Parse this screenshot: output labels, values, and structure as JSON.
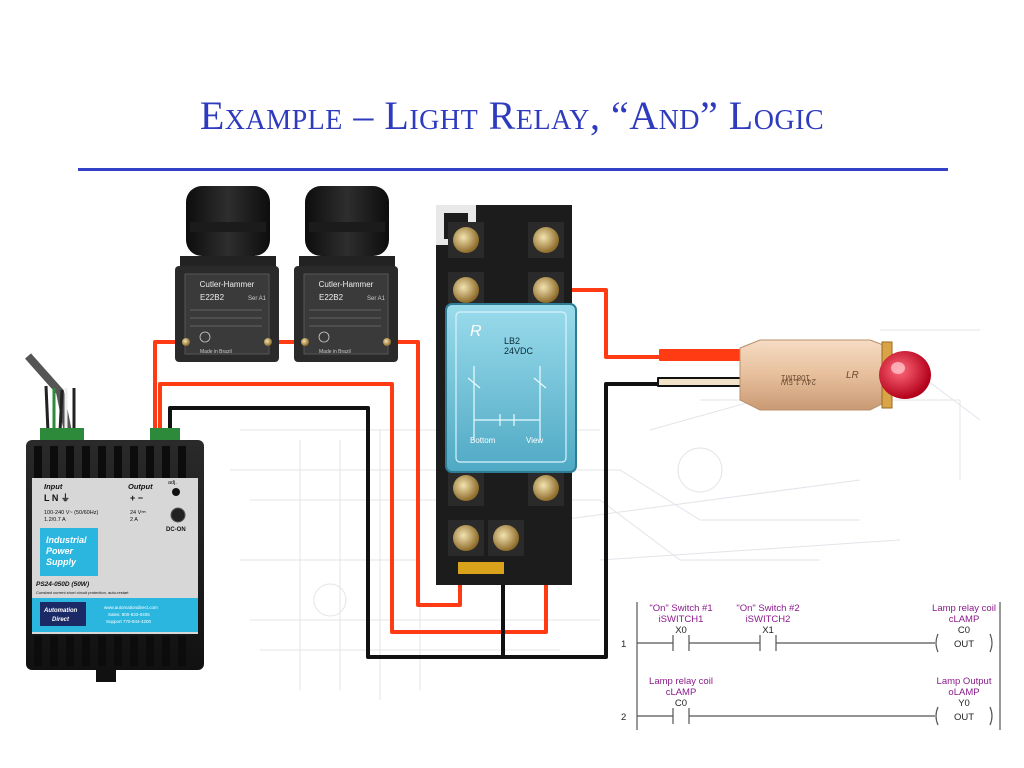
{
  "title": "Example – Light Relay, “And” Logic",
  "colors": {
    "title": "#2e3bbf",
    "wire_red": "#ff3b14",
    "wire_black": "#111111",
    "relay_blue": "#6fc4de",
    "ladder_purple": "#8b1a8b"
  },
  "switches": [
    {
      "brand": "Cutler-Hammer",
      "model": "E22B2",
      "sub": "Ser A1",
      "made_in": "Made in Brazil"
    },
    {
      "brand": "Cutler-Hammer",
      "model": "E22B2",
      "sub": "Ser A1",
      "made_in": "Made in Brazil"
    }
  ],
  "relay": {
    "model": "LB2",
    "voltage": "24VDC",
    "bottom": "Bottom",
    "view": "View"
  },
  "lamp": {
    "text1": "1081M1",
    "text2": "24V 1.5W",
    "mark": "LR"
  },
  "power_supply": {
    "input_label": "Input",
    "input_terms": "L N ⏚",
    "input_spec1": "100-240 V~ (50/60Hz)",
    "input_spec2": "1.2/0.7 A",
    "output_label": "Output",
    "output_terms": "+ −",
    "output_spec1": "24 V⎓",
    "output_spec2": "2 A",
    "adj": "adj.",
    "dc_on": "DC-ON",
    "brand_line1": "Industrial",
    "brand_line2": "Power",
    "brand_line3": "Supply",
    "model": "PS24-050D (50W)",
    "note": "Constant current short circuit protection, auto-restart",
    "logo_line1": "Automation",
    "logo_line2": "Direct",
    "web": "www.automationdirect.com",
    "sales": "Sales: 800-633-0405",
    "support": "Support 770-844-4200"
  },
  "ladder": {
    "rungs": [
      {
        "number": "1",
        "contacts": [
          {
            "desc": "\"On\" Switch #1",
            "nick": "iSWITCH1",
            "addr": "X0"
          },
          {
            "desc": "\"On\" Switch #2",
            "nick": "iSWITCH2",
            "addr": "X1"
          }
        ],
        "coil": {
          "desc": "Lamp relay coil",
          "nick": "cLAMP",
          "addr": "C0",
          "instr": "OUT"
        }
      },
      {
        "number": "2",
        "contacts": [
          {
            "desc": "Lamp relay coil",
            "nick": "cLAMP",
            "addr": "C0"
          }
        ],
        "coil": {
          "desc": "Lamp Output",
          "nick": "oLAMP",
          "addr": "Y0",
          "instr": "OUT"
        }
      }
    ]
  }
}
